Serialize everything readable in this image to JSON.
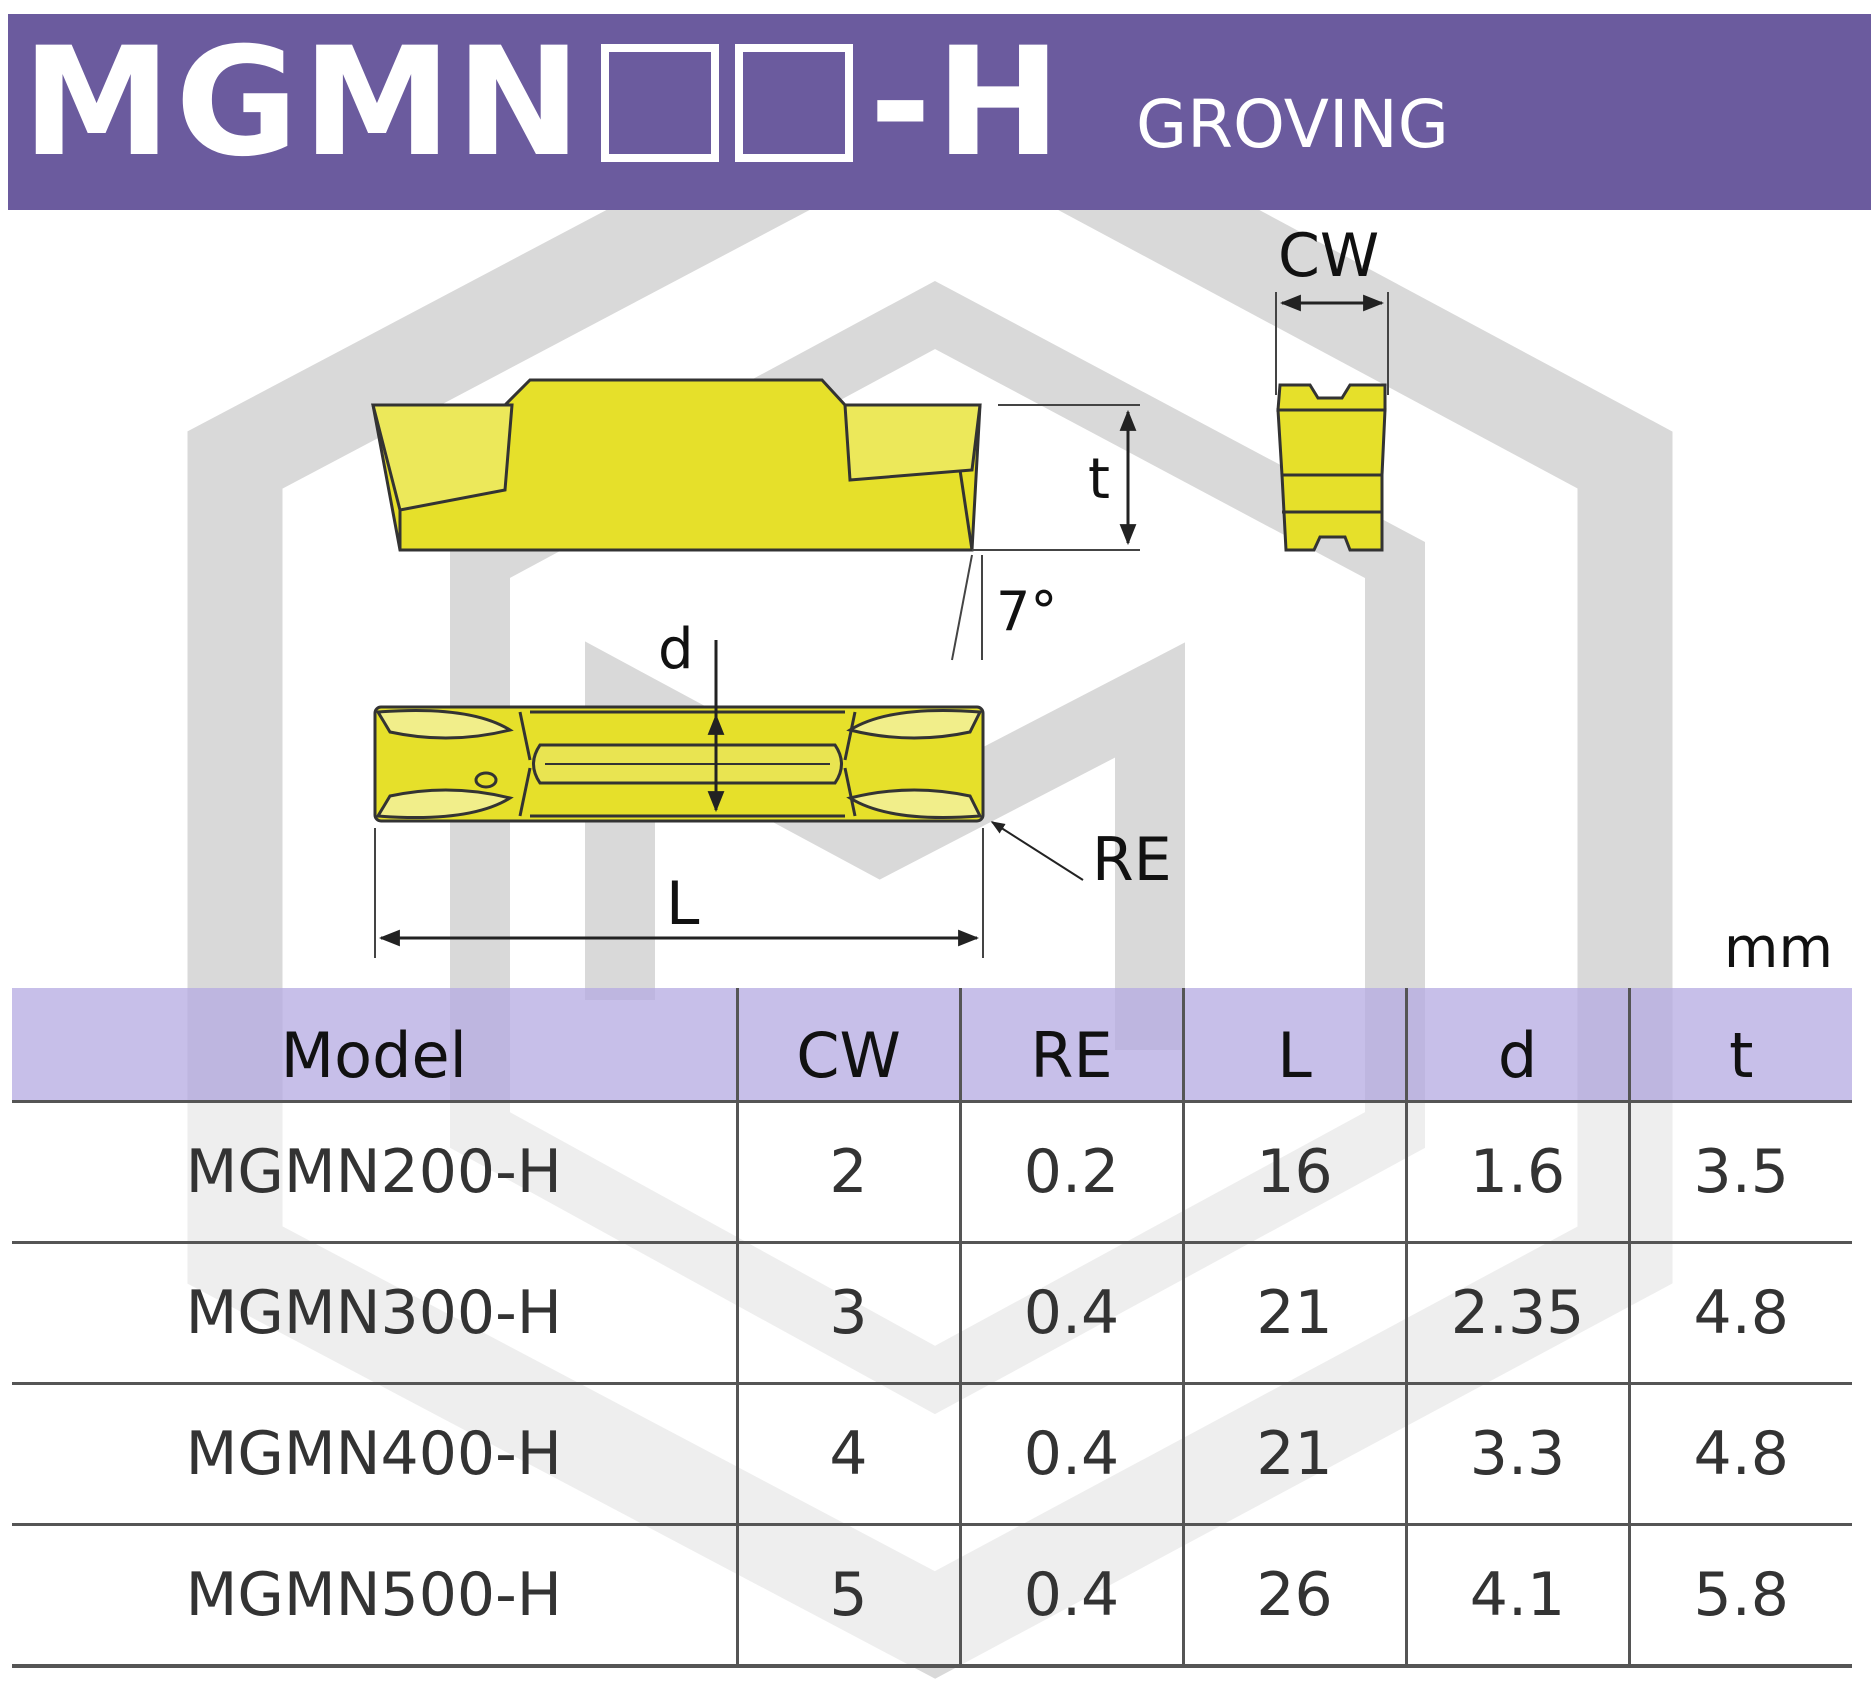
{
  "header": {
    "title_prefix": "MGMN",
    "title_suffix": "-H",
    "subtitle": "GROVING",
    "banner_color": "#6b5b9e"
  },
  "diagram": {
    "label_cw": "CW",
    "label_t": "t",
    "label_angle": "7°",
    "label_d": "d",
    "label_re": "RE",
    "label_l": "L",
    "insert_color": "#e6e02a"
  },
  "table": {
    "unit": "mm",
    "header_color": "#b4aae1",
    "columns": [
      "Model",
      "CW",
      "RE",
      "L",
      "d",
      "t"
    ],
    "rows": [
      [
        "MGMN200-H",
        "2",
        "0.2",
        "16",
        "1.6",
        "3.5"
      ],
      [
        "MGMN300-H",
        "3",
        "0.4",
        "21",
        "2.35",
        "4.8"
      ],
      [
        "MGMN400-H",
        "4",
        "0.4",
        "21",
        "3.3",
        "4.8"
      ],
      [
        "MGMN500-H",
        "5",
        "0.4",
        "26",
        "4.1",
        "5.8"
      ]
    ]
  }
}
